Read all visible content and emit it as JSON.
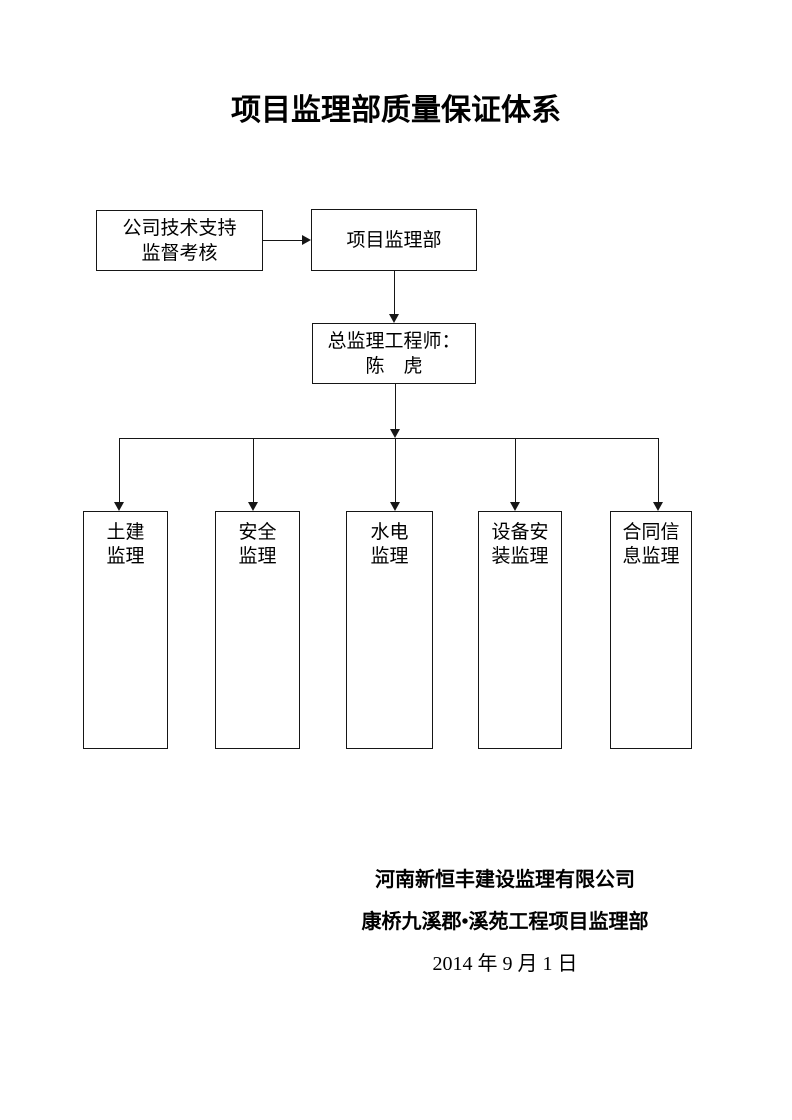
{
  "page": {
    "title": "项目监理部质量保证体系"
  },
  "chart": {
    "support_box": {
      "line1": "公司技术支持",
      "line2": "监督考核"
    },
    "dept_box": {
      "label": "项目监理部"
    },
    "chief_box": {
      "line1": "总监理工程师：",
      "line2": "陈　虎"
    },
    "sub_boxes": [
      {
        "name": "civil-supervision",
        "line1": "土建",
        "line2": "监理"
      },
      {
        "name": "safety-supervision",
        "line1": "安全",
        "line2": "监理"
      },
      {
        "name": "mep-supervision",
        "line1": "水电",
        "line2": "监理"
      },
      {
        "name": "equipment-supervision",
        "line1": "设备安",
        "line2": "装监理"
      },
      {
        "name": "contract-supervision",
        "line1": "合同信",
        "line2": "息监理"
      }
    ]
  },
  "footer": {
    "company": "河南新恒丰建设监理有限公司",
    "department": "康桥九溪郡•溪苑工程项目监理部",
    "date": "2014 年 9 月 1 日"
  },
  "colors": {
    "background": "#ffffff",
    "line": "#161616",
    "text": "#000000"
  }
}
